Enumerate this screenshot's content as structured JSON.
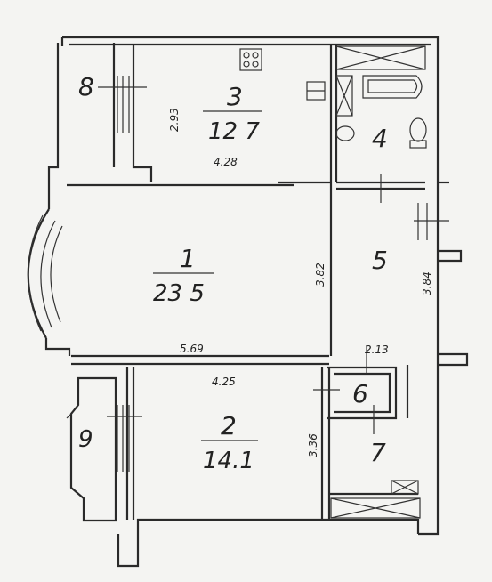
{
  "rooms": [
    {
      "id": "1",
      "area": "23 5"
    },
    {
      "id": "2",
      "area": "14.1"
    },
    {
      "id": "3",
      "area": "12 7"
    },
    {
      "id": "4"
    },
    {
      "id": "5"
    },
    {
      "id": "6"
    },
    {
      "id": "7"
    },
    {
      "id": "8"
    },
    {
      "id": "9"
    }
  ],
  "dimensions": {
    "d1": "2.93",
    "d2": "4.28",
    "d3": "3.82",
    "d4": "3.84",
    "d5": "5.69",
    "d6": "2.13",
    "d7": "4.25",
    "d8": "3.36"
  },
  "colors": {
    "ink": "#2a2a2a",
    "paper": "#f4f4f2"
  }
}
